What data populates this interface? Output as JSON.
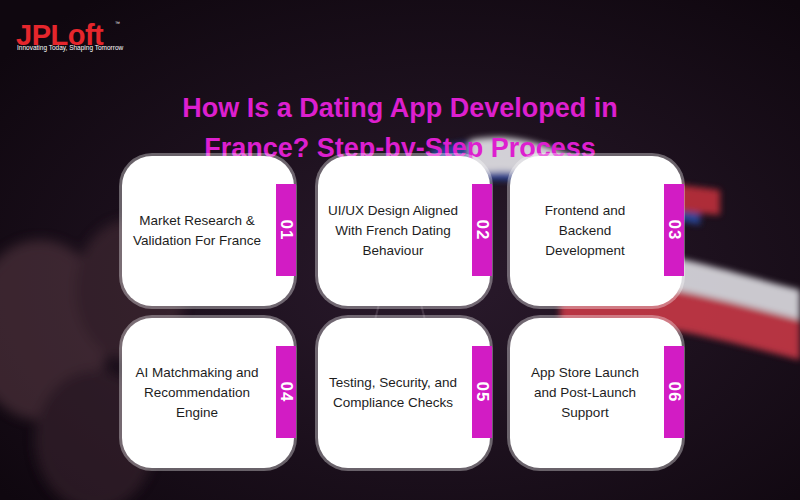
{
  "diagram": {
    "title": "How Is a Dating App Developed in France? Step-by-Step Process",
    "nodes": [
      {
        "text": [
          "Market Research & Validation For France",
          "01"
        ]
      },
      {
        "text": [
          "UI/UX Design Aligned With French Dating Behaviour",
          "02"
        ]
      },
      {
        "text": [
          "Frontend and Backend Development",
          "03"
        ]
      },
      {
        "text": [
          "AI Matchmaking and Recommendation Engine",
          "04"
        ]
      },
      {
        "text": [
          "Testing, Security, and Compliance Checks",
          "05"
        ]
      },
      {
        "text": [
          "App Store Launch and Post-Launch Support",
          "06"
        ]
      }
    ],
    "labels": [
      "JPLoft",
      "™",
      "Innovating Today, Shaping Tomorrow"
    ]
  }
}
